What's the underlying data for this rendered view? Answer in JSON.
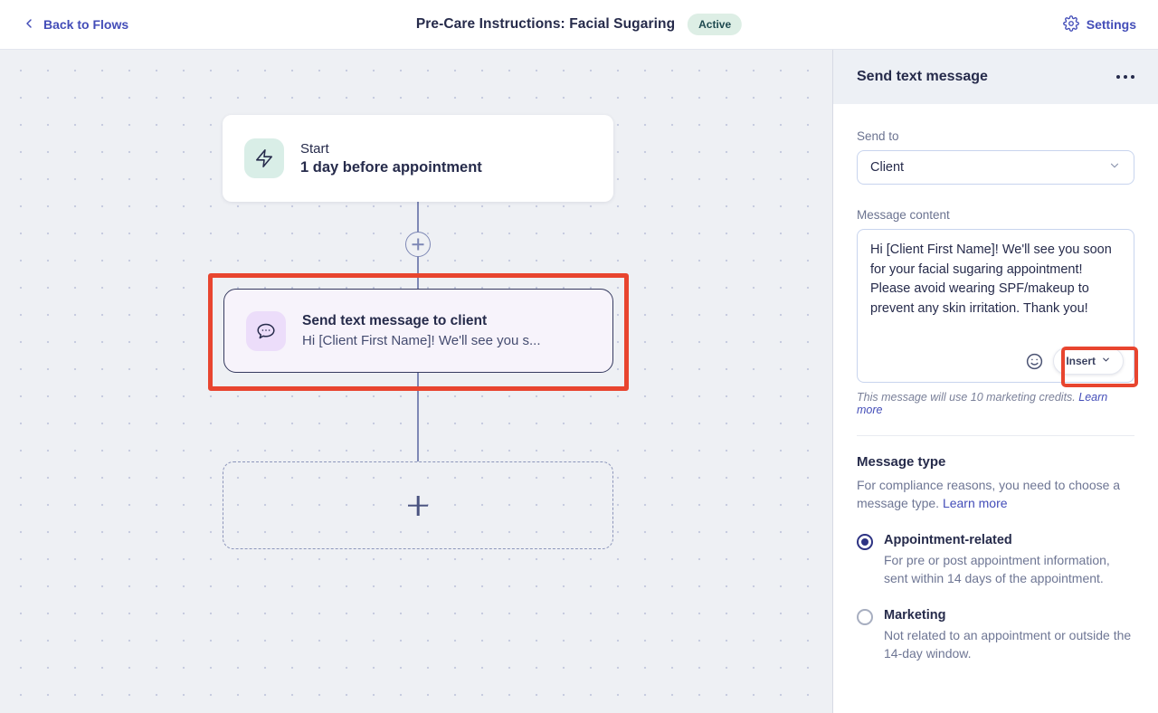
{
  "topbar": {
    "back_label": "Back to Flows",
    "title": "Pre-Care Instructions: Facial Sugaring",
    "status_badge": "Active",
    "settings_label": "Settings"
  },
  "canvas": {
    "start_node": {
      "icon": "lightning-bolt-icon",
      "label": "Start",
      "description": "1 day before appointment"
    },
    "message_node": {
      "icon": "speech-bubble-icon",
      "title": "Send text message to client",
      "preview": "Hi [Client First Name]! We'll see you s..."
    }
  },
  "panel": {
    "title": "Send text message",
    "send_to": {
      "label": "Send to",
      "value": "Client"
    },
    "message_content": {
      "label": "Message content",
      "value": "Hi [Client First Name]! We'll see you soon for your facial sugaring appointment! Please avoid wearing SPF/makeup to prevent any skin irritation. Thank you!",
      "insert_label": "Insert"
    },
    "credits_note": "This message will use 10 marketing credits.",
    "credits_link": "Learn more",
    "message_type": {
      "heading": "Message type",
      "description": "For compliance reasons, you need to choose a message type.",
      "learn_more": "Learn more",
      "options": [
        {
          "label": "Appointment-related",
          "description": "For pre or post appointment information, sent within 14 days of the appointment.",
          "selected": true
        },
        {
          "label": "Marketing",
          "description": "Not related to an appointment or outside the 14-day window.",
          "selected": false
        }
      ]
    }
  },
  "colors": {
    "accent_indigo": "#434db8",
    "navy_text": "#262b4b",
    "status_badge_bg": "#ddeee5",
    "annotation_red": "#e8452f",
    "canvas_bg": "#eef0f4",
    "selected_node_bg": "#f7f3fb",
    "start_icon_bg": "#d9eee7",
    "message_icon_bg": "#ecddfa"
  }
}
